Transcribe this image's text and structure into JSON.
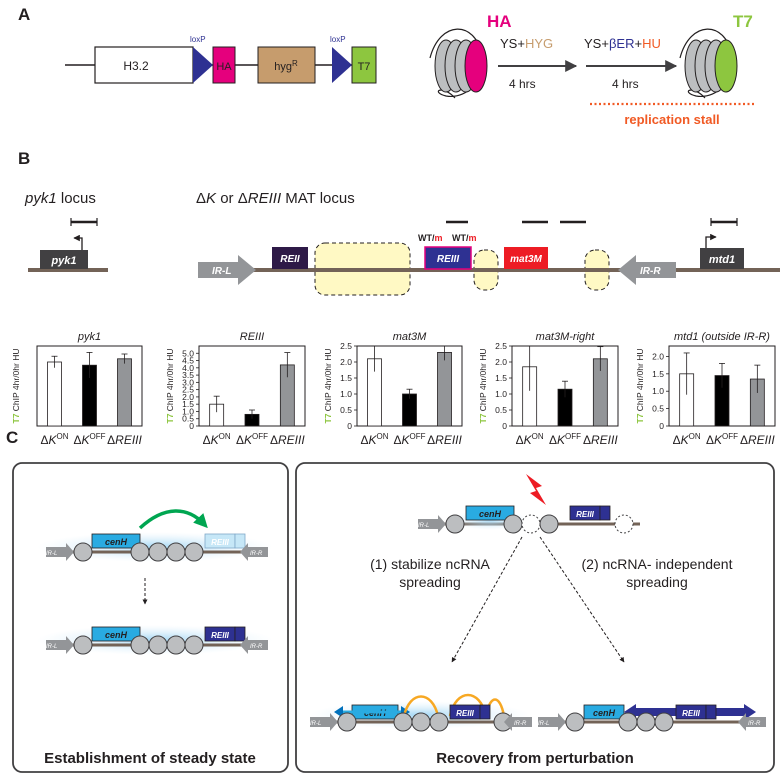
{
  "panel_labels": [
    "A",
    "B",
    "C"
  ],
  "panelA": {
    "construct": {
      "h3": "H3.2",
      "loxp1": "loxP",
      "ha": "HA",
      "hyg_main": "hyg",
      "hyg_sup": "R",
      "loxp2": "loxP",
      "t7": "T7"
    },
    "nuc_left_label": "HA",
    "nuc_right_label": "T7",
    "step1": {
      "ys": "YS+",
      "drug": "HYG",
      "time": "4 hrs"
    },
    "step2": {
      "ys": "YS+",
      "ber": "βER",
      "plus": "+",
      "hu": "HU",
      "time": "4 hrs"
    },
    "stall_label": "replication stall",
    "colors": {
      "ha": "#e5007d",
      "t7": "#8dc63f",
      "hyg_text": "#c69c6d",
      "ber": "#2e3192",
      "hu": "#f15a24"
    }
  },
  "panelB": {
    "pyk1_title_italic": "pyk1",
    "pyk1_title_rest": " locus",
    "mat_title_d1": "Δ",
    "mat_title_k": "K",
    "mat_title_or": " or ",
    "mat_title_d2": "Δ",
    "mat_title_reiii": "REIII",
    "mat_title_rest": " MAT locus",
    "genes": {
      "pyk1": "pyk1",
      "irl": "IR-L",
      "reii": "REII",
      "reiii": "REIII",
      "mat3m": "mat3M",
      "irr": "IR-R",
      "mtd1": "mtd1"
    },
    "wt_label": "WT/",
    "m_label": "m"
  },
  "bar_ylabel": {
    "t7": "T7",
    "rest": " ChIP 4hr/0hr HU"
  },
  "x_labels": {
    "delta": "Δ",
    "k": "K",
    "on": "ON",
    "off": "OFF",
    "reiii": "REIII"
  },
  "chart_data": [
    {
      "type": "bar",
      "title": "pyk1",
      "categories": [
        "ΔK ON",
        "ΔK OFF",
        "ΔREIII"
      ],
      "values": [
        2.0,
        1.9,
        2.1
      ],
      "errors": [
        0.18,
        0.4,
        0.15
      ],
      "ylim": [
        0,
        2.5
      ],
      "yticks": [],
      "colors": [
        "#ffffff",
        "#000000",
        "#939598"
      ]
    },
    {
      "type": "bar",
      "title": "REIII",
      "categories": [
        "ΔK ON",
        "ΔK OFF",
        "ΔREIII"
      ],
      "values": [
        1.5,
        0.8,
        4.2
      ],
      "errors": [
        0.55,
        0.3,
        0.85
      ],
      "ylim": [
        0,
        5.5
      ],
      "yticks": [
        "0",
        "0.5",
        "1.0",
        "1.5",
        "2.0",
        "2.5",
        "3.0",
        "3.5",
        "4.0",
        "4.5",
        "5.0"
      ],
      "colors": [
        "#ffffff",
        "#000000",
        "#939598"
      ]
    },
    {
      "type": "bar",
      "title": "mat3M",
      "categories": [
        "ΔK ON",
        "ΔK OFF",
        "ΔREIII"
      ],
      "values": [
        2.1,
        1.0,
        2.3
      ],
      "errors": [
        0.4,
        0.15,
        0.25
      ],
      "ylim": [
        0,
        2.5
      ],
      "yticks": [
        "0",
        "0.5",
        "1.0",
        "1.5",
        "2.0",
        "2.5"
      ],
      "colors": [
        "#ffffff",
        "#000000",
        "#939598"
      ]
    },
    {
      "type": "bar",
      "title": "mat3M-right",
      "categories": [
        "ΔK ON",
        "ΔK OFF",
        "ΔREIII"
      ],
      "values": [
        1.85,
        1.15,
        2.1
      ],
      "errors": [
        0.75,
        0.25,
        0.38
      ],
      "ylim": [
        0,
        2.5
      ],
      "yticks": [
        "0",
        "0.5",
        "1.0",
        "1.5",
        "2.0",
        "2.5"
      ],
      "colors": [
        "#ffffff",
        "#000000",
        "#939598"
      ]
    },
    {
      "type": "bar",
      "title": "mtd1 (outside IR-R)",
      "categories": [
        "ΔK ON",
        "ΔK OFF",
        "ΔREIII"
      ],
      "values": [
        1.5,
        1.45,
        1.35
      ],
      "errors": [
        0.6,
        0.35,
        0.4
      ],
      "ylim": [
        0,
        2.3
      ],
      "yticks": [
        "0",
        "0.5",
        "1.0",
        "1.5",
        "2.0"
      ],
      "colors": [
        "#ffffff",
        "#000000",
        "#939598"
      ]
    }
  ],
  "panelC": {
    "left_caption": "Establishment of steady state",
    "right_caption": "Recovery from perturbation",
    "path1_line1": "(1) stabilize ncRNA",
    "path1_line2": "spreading",
    "path2_line1": "(2) ncRNA- independent",
    "path2_line2": "spreading",
    "labels": {
      "cenh": "cenH",
      "reiii": "REIII",
      "irl": "IR-L",
      "irr": "IR-R"
    }
  }
}
